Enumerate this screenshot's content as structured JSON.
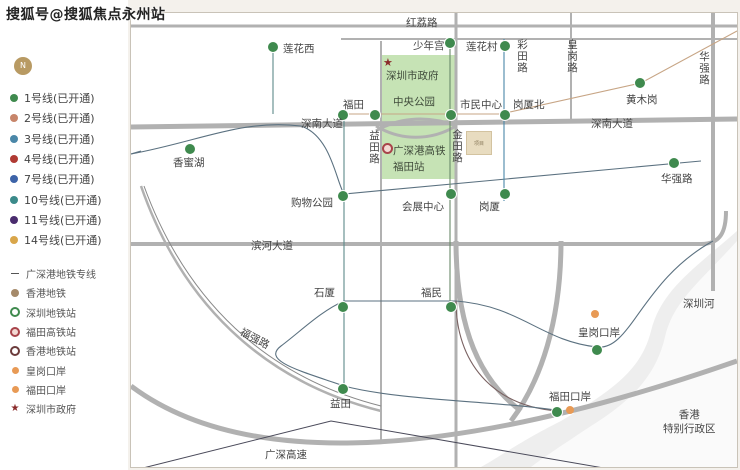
{
  "watermark": "搜狐号@搜狐焦点永州站",
  "legend": {
    "compass_label": "N",
    "lines": [
      {
        "label": "1号线(已开通)",
        "color": "#3f8a4e"
      },
      {
        "label": "2号线(已开通)",
        "color": "#c7856a"
      },
      {
        "label": "3号线(已开通)",
        "color": "#4a87a8"
      },
      {
        "label": "4号线(已开通)",
        "color": "#b03a33"
      },
      {
        "label": "7号线(已开通)",
        "color": "#3d63a8"
      },
      {
        "label": "10号线(已开通)",
        "color": "#3b8a8a"
      },
      {
        "label": "11号线(已开通)",
        "color": "#4a2c6e"
      },
      {
        "label": "14号线(已开通)",
        "color": "#d9a64a"
      }
    ],
    "symbols": [
      {
        "label": "广深港地铁专线",
        "icon": "line-dash"
      },
      {
        "label": "香港地铁",
        "icon": "hk-metro-dot"
      },
      {
        "label": "深圳地铁站",
        "icon": "sz-metro-station"
      },
      {
        "label": "福田高铁站",
        "icon": "hsr-station"
      },
      {
        "label": "香港地铁站",
        "icon": "hk-metro-station"
      },
      {
        "label": "皇岗口岸",
        "icon": "port-icon"
      },
      {
        "label": "福田口岸",
        "icon": "port-icon"
      },
      {
        "label": "深圳市政府",
        "icon": "star"
      }
    ]
  },
  "map": {
    "roads": {
      "hongli": "红荔路",
      "shennan_left": "深南大道",
      "shennan_right": "深南大道",
      "binhe": "滨河大道",
      "fuqiang": "福强路",
      "guangshen": "广深高速",
      "yitian": "益田路",
      "jintian": "金田路",
      "caitian": "彩田路",
      "huanggang": "皇岗路",
      "huaqiang": "华强路"
    },
    "places": {
      "gov": "深圳市政府",
      "park": "中央公园",
      "hsr": "广深港高铁\n福田站",
      "river": "深圳河",
      "hk": "香港\n特别行政区",
      "project": "项目"
    },
    "stations": [
      {
        "name": "莲花西"
      },
      {
        "name": "少年宫"
      },
      {
        "name": "莲花村"
      },
      {
        "name": "福田"
      },
      {
        "name": "市民中心"
      },
      {
        "name": "岗厦北"
      },
      {
        "name": "黄木岗"
      },
      {
        "name": "香蜜湖"
      },
      {
        "name": "购物公园"
      },
      {
        "name": "会展中心"
      },
      {
        "name": "岗厦"
      },
      {
        "name": "华强路"
      },
      {
        "name": "石厦"
      },
      {
        "name": "福民"
      },
      {
        "name": "皇岗口岸"
      },
      {
        "name": "益田"
      },
      {
        "name": "福田口岸"
      }
    ]
  }
}
